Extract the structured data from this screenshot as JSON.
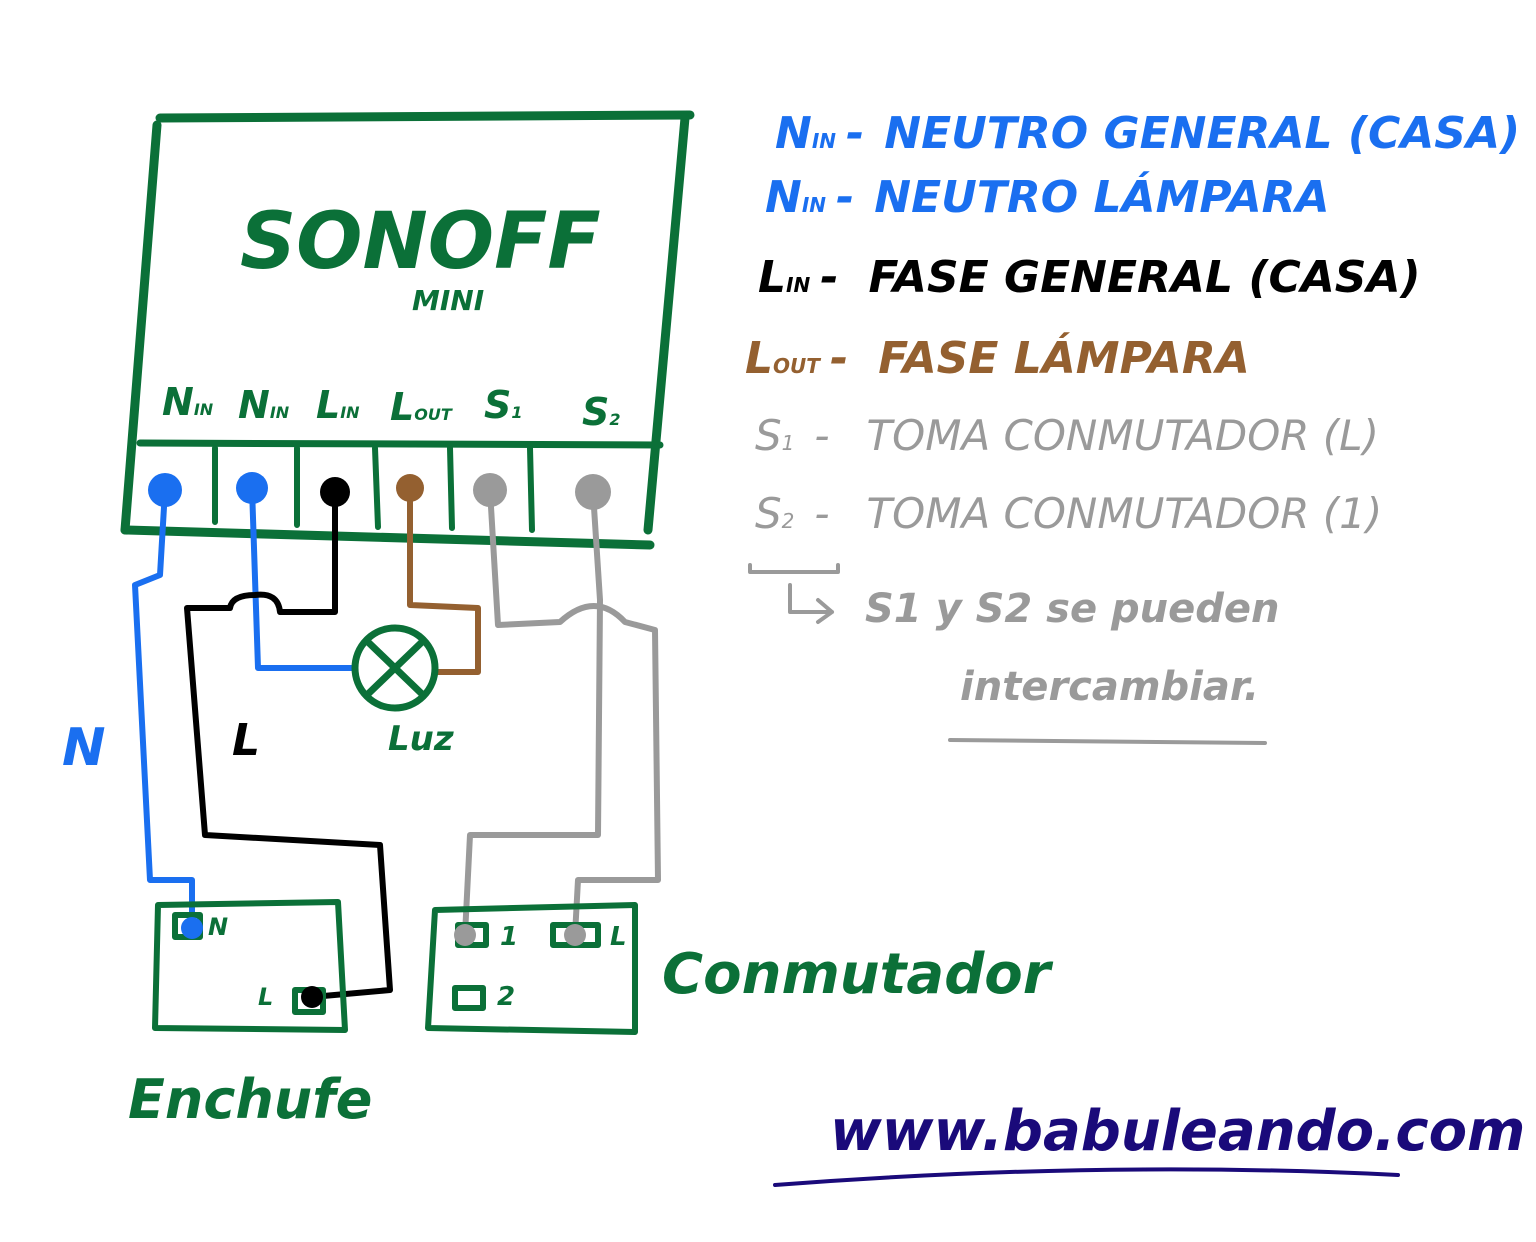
{
  "colors": {
    "green": "#0b7038",
    "blue": "#1a6ff0",
    "black": "#000000",
    "brown": "#946030",
    "gray": "#9a9a9a",
    "navy": "#1a0a7a"
  },
  "device": {
    "brand": "SONOFF",
    "model": "MINI",
    "terminals": [
      {
        "main": "N",
        "sub": "IN"
      },
      {
        "main": "N",
        "sub": "IN"
      },
      {
        "main": "L",
        "sub": "IN"
      },
      {
        "main": "L",
        "sub": "OUT"
      },
      {
        "main": "S",
        "sub": "1"
      },
      {
        "main": "S",
        "sub": "2"
      }
    ]
  },
  "legend": [
    {
      "key": "N",
      "sub": "IN",
      "desc": "NEUTRO GENERAL (CASA)"
    },
    {
      "key": "N",
      "sub": "IN",
      "desc": "NEUTRO LÁMPARA"
    },
    {
      "key": "L",
      "sub": "IN",
      "desc": "FASE GENERAL (CASA)"
    },
    {
      "key": "L",
      "sub": "OUT",
      "desc": "FASE LÁMPARA"
    },
    {
      "key": "S",
      "sub": "1",
      "desc": "TOMA CONMUTADOR (L)"
    },
    {
      "key": "S",
      "sub": "2",
      "desc": "TOMA CONMUTADOR (1)"
    }
  ],
  "note": {
    "line1": "S1 y S2 se pueden",
    "line2": "intercambiar."
  },
  "labels": {
    "neutral": "N",
    "line": "L",
    "lamp": "Luz",
    "socket": "Enchufe",
    "switch": "Conmutador",
    "socket_n": "N",
    "socket_l": "L",
    "switch_1": "1",
    "switch_l": "L",
    "switch_2": "2",
    "dash": "-"
  },
  "footer": {
    "website": "www.babuleando.com"
  }
}
